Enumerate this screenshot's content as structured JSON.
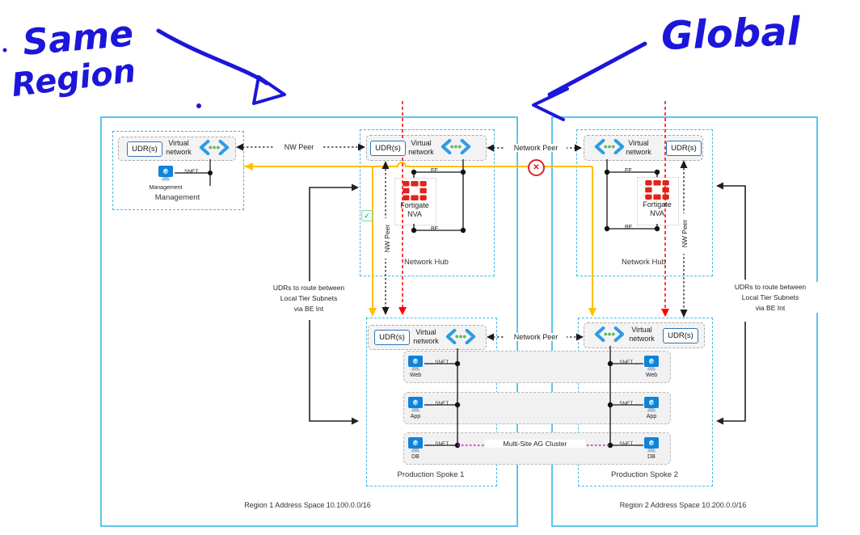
{
  "annotations": {
    "line1": "Same",
    "line2": "Region",
    "global": "Global"
  },
  "regions": [
    {
      "label": "Region 1 Address Space 10.100.0.0/16"
    },
    {
      "label": "Region 2 Address Space 10.200.0.0/16"
    }
  ],
  "management": {
    "title": "Management",
    "vm_label": "Management",
    "udr": "UDR(s)",
    "vnet_line1": "Virtual",
    "vnet_line2": "network",
    "snet": "SNET"
  },
  "hubs": [
    {
      "title": "Network Hub",
      "udr": "UDR(s)",
      "vnet_line1": "Virtual",
      "vnet_line2": "network",
      "nva_line1": "Fortigate",
      "nva_line2": "NVA",
      "fe": "FE",
      "be": "BE",
      "nw_peer": "NW Peer"
    },
    {
      "title": "Network Hub",
      "udr": "UDR(s)",
      "vnet_line1": "Virtual",
      "vnet_line2": "network",
      "nva_line1": "Fortigate",
      "nva_line2": "NVA",
      "fe": "FE",
      "be": "BE",
      "nw_peer": "NW Peer"
    }
  ],
  "spokes": [
    {
      "title": "Production Spoke 1",
      "udr": "UDR(s)",
      "vnet_line1": "Virtual",
      "vnet_line2": "network"
    },
    {
      "title": "Production Spoke 2",
      "udr": "UDR(s)",
      "vnet_line1": "Virtual",
      "vnet_line2": "network"
    }
  ],
  "tiers": [
    {
      "name": "Web",
      "snet": "SNET"
    },
    {
      "name": "App",
      "snet": "SNET"
    },
    {
      "name": "DB",
      "snet": "SNET"
    }
  ],
  "labels": {
    "nw_peer": "NW Peer",
    "network_peer": "Network Peer",
    "multi_site": "Multi-Site AG Cluster",
    "udr_note_1": "UDRs to route between",
    "udr_note_2": "Local Tier Subnets",
    "udr_note_3": "via BE Int"
  },
  "colors": {
    "region_border": "#5bc6ea",
    "dashed_box": "#45b6e8",
    "yellow_route": "#ffc000",
    "red_route": "#ff0000",
    "magenta_link": "#e800e8",
    "ink": "#1c16da",
    "fortinet_red": "#e2231a",
    "udr_border": "#2e75b6"
  }
}
